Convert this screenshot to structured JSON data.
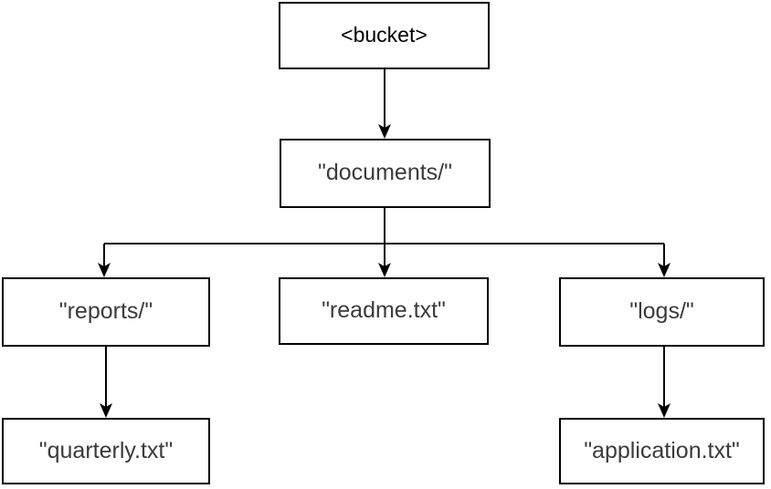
{
  "diagram": {
    "nodes": {
      "bucket": {
        "label": "<bucket>"
      },
      "documents": {
        "label": "\"documents/\""
      },
      "reports": {
        "label": "\"reports/\""
      },
      "readme": {
        "label": "\"readme.txt\""
      },
      "logs": {
        "label": "\"logs/\""
      },
      "quarterly": {
        "label": "\"quarterly.txt\""
      },
      "application": {
        "label": "\"application.txt\""
      }
    },
    "edges": [
      {
        "from": "bucket",
        "to": "documents"
      },
      {
        "from": "documents",
        "to": "reports"
      },
      {
        "from": "documents",
        "to": "readme"
      },
      {
        "from": "documents",
        "to": "logs"
      },
      {
        "from": "reports",
        "to": "quarterly"
      },
      {
        "from": "logs",
        "to": "application"
      }
    ],
    "colors": {
      "line": "#000000",
      "node_border": "#000000",
      "node_fill": "#ffffff",
      "text": "#3b3b3b",
      "background": "#ffffff"
    }
  }
}
